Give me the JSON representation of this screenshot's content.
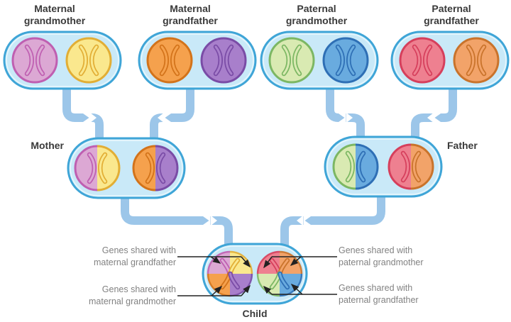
{
  "generation1": [
    {
      "line1": "Maternal",
      "line2": "grandmother",
      "left_chromosome": "pink",
      "right_chromosome": "yellow"
    },
    {
      "line1": "Maternal",
      "line2": "grandfather",
      "left_chromosome": "orange",
      "right_chromosome": "purple"
    },
    {
      "line1": "Paternal",
      "line2": "grandmother",
      "left_chromosome": "green",
      "right_chromosome": "blue"
    },
    {
      "line1": "Paternal",
      "line2": "grandfather",
      "left_chromosome": "red",
      "right_chromosome": "salmon"
    }
  ],
  "generation2": [
    {
      "label": "Mother",
      "left_chromosome": "pink+yellow",
      "right_chromosome": "orange+purple"
    },
    {
      "label": "Father",
      "left_chromosome": "green+blue",
      "right_chromosome": "red+salmon"
    }
  ],
  "generation3": {
    "label": "Child",
    "left_chromosome": "pink+yellow+orange+purple",
    "right_chromosome": "red+salmon+green+blue"
  },
  "annotations": {
    "top_left": {
      "line1": "Genes shared with",
      "line2": "maternal grandfather"
    },
    "bottom_left": {
      "line1": "Genes shared with",
      "line2": "maternal grandmother"
    },
    "top_right": {
      "line1": "Genes shared with",
      "line2": "paternal grandmother"
    },
    "bottom_right": {
      "line1": "Genes shared with",
      "line2": "paternal grandfather"
    }
  },
  "colors": {
    "pink": "#dca8d4",
    "pink_dark": "#bf5fb1",
    "yellow": "#fae88e",
    "yellow_dark": "#e2ae35",
    "orange": "#f5a14d",
    "orange_dark": "#d3731a",
    "purple": "#a87fcb",
    "purple_dark": "#7a4ca6",
    "green": "#d9eab2",
    "green_dark": "#7cb763",
    "blue": "#69abdf",
    "blue_dark": "#2e6fb5",
    "red": "#ee8090",
    "red_dark": "#d63f5c",
    "salmon": "#f2a369",
    "salmon_dark": "#c9732b",
    "cell_fill": "#c9e9f8",
    "cell_border": "#3fa5d7",
    "pipe": "#9cc6e9",
    "leader": "#222222",
    "label_gray": "#828282",
    "name_dark": "#3a3a3a"
  }
}
